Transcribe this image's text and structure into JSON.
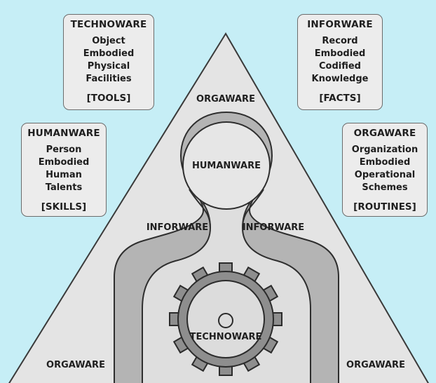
{
  "boxes": {
    "technoware": {
      "title": "TECHNOWARE",
      "lines": [
        "Object",
        "Embodied",
        "Physical",
        "Facilities"
      ],
      "tag": "[TOOLS]"
    },
    "inforware": {
      "title": "INFORWARE",
      "lines": [
        "Record",
        "Embodied",
        "Codified",
        "Knowledge"
      ],
      "tag": "[FACTS]"
    },
    "humanware": {
      "title": "HUMANWARE",
      "lines": [
        "Person",
        "Embodied",
        "Human",
        "Talents"
      ],
      "tag": "[SKILLS]"
    },
    "orgaware": {
      "title": "ORGAWARE",
      "lines": [
        "Organization",
        "Embodied",
        "Operational",
        "Schemes"
      ],
      "tag": "[ROUTINES]"
    }
  },
  "triangle": {
    "top_label": "ORGAWARE",
    "humanware_label": "HUMANWARE",
    "inforware_left": "INFORWARE",
    "inforware_right": "INFORWARE",
    "technoware_label": "TECHNOWARE",
    "bottom_left_label": "ORGAWARE",
    "bottom_right_label": "ORGAWARE"
  },
  "colors": {
    "background": "#c6eef6",
    "triangle_fill": "#e4e4e4",
    "inforware_band": "#b4b4b4",
    "inner_fill": "#dedede",
    "gear": "#8c8c8c",
    "box_fill": "#ececec"
  }
}
